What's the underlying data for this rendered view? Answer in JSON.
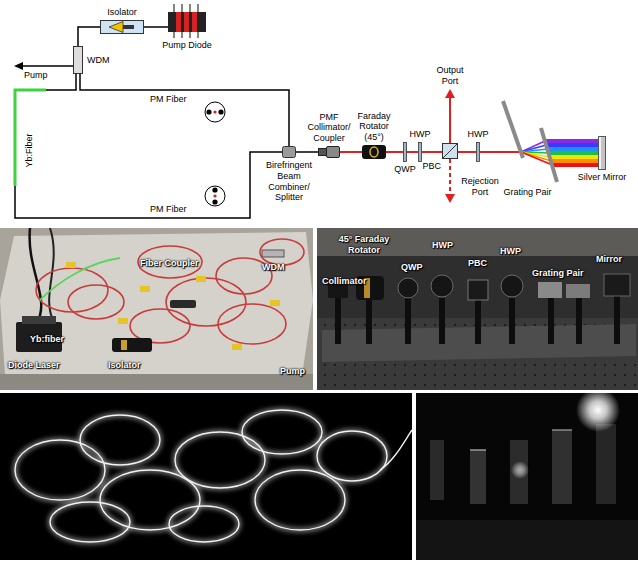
{
  "diagram": {
    "nodes": [
      {
        "text": [
          "Isolator"
        ]
      },
      {
        "text": [
          "Pump Diode"
        ]
      },
      {
        "text": [
          "WDM"
        ]
      },
      {
        "text": [
          "Birefringent Beam Combiner/ Splitter"
        ]
      },
      {
        "text": [
          "PMF Collimator/ Coupler"
        ]
      },
      {
        "text": [
          "Faraday Rotator (45°)"
        ]
      },
      {
        "text": [
          "QWP"
        ]
      },
      {
        "text": [
          "HWP"
        ]
      },
      {
        "text": [
          "PBC"
        ]
      },
      {
        "text": [
          "HWP"
        ]
      },
      {
        "text": [
          "Grating Pair"
        ]
      },
      {
        "text": [
          "Silver Mirror"
        ]
      }
    ],
    "edges": [
      {
        "from": 1,
        "to": 0,
        "arrow": "none"
      },
      {
        "from": 0,
        "to": 2,
        "arrow": "none"
      },
      {
        "from": 2,
        "to": 3,
        "arrow": "none"
      },
      {
        "from": 3,
        "to": 2,
        "arrow": "none"
      },
      {
        "from": 3,
        "to": 4,
        "arrow": "none"
      },
      {
        "from": 4,
        "to": 5,
        "arrow": "none"
      },
      {
        "from": 5,
        "to": 6,
        "arrow": "none"
      },
      {
        "from": 6,
        "to": 7,
        "arrow": "none"
      },
      {
        "from": 7,
        "to": 8,
        "arrow": "none"
      },
      {
        "from": 8,
        "to": 9,
        "arrow": "none"
      },
      {
        "from": 9,
        "to": 10,
        "arrow": "none"
      },
      {
        "from": 10,
        "to": 11,
        "arrow": "none"
      }
    ],
    "labels": [
      "Pump",
      "PM Fiber",
      "Yb:Fiber",
      "PM Fiber",
      "Output Port",
      "Rejection Port",
      "Diode Laser",
      "Yb:fiber",
      "Fiber Coupler",
      "WDM",
      "Isolator",
      "Pump",
      "45° Faraday Rotator",
      "Collimator",
      "QWP",
      "HWP",
      "PBC",
      "HWP",
      "Grating Pair",
      "Mirror"
    ]
  }
}
